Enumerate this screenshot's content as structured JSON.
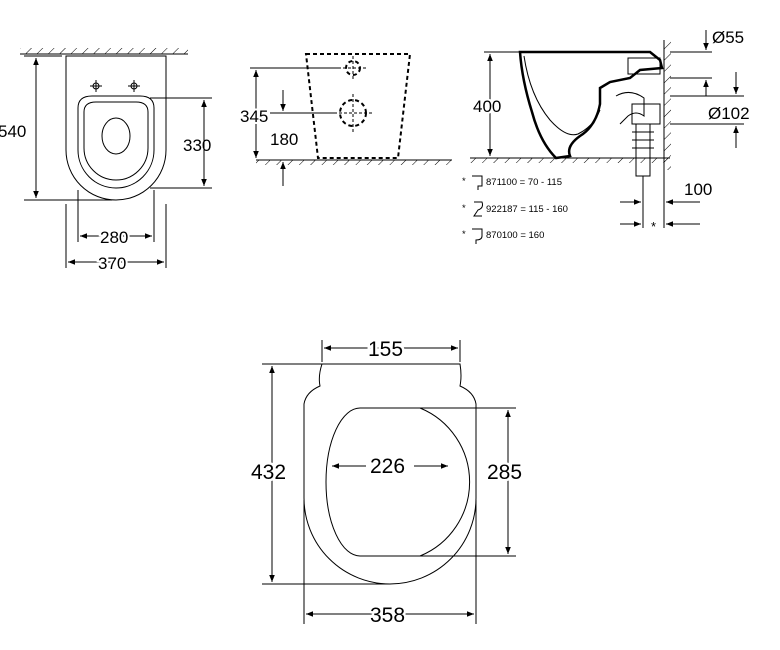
{
  "front_view": {
    "height_total": "540",
    "height_inner": "330",
    "width_inner": "280",
    "width_total": "370"
  },
  "bracket_view": {
    "height_upper": "345",
    "height_lower": "180"
  },
  "side_view": {
    "height": "400",
    "outlet_small": "Ø55",
    "outlet_large": "Ø102",
    "offset": "100",
    "star_marker": "*"
  },
  "legend": {
    "items": [
      {
        "marker": "*",
        "text": "871100 = 70 - 115"
      },
      {
        "marker": "*",
        "text": "922187 = 115 - 160"
      },
      {
        "marker": "*",
        "text": "870100 = 160"
      }
    ]
  },
  "seat_view": {
    "top_width": "155",
    "height_total": "432",
    "inner_width": "226",
    "inner_height": "285",
    "bottom_width": "358"
  }
}
